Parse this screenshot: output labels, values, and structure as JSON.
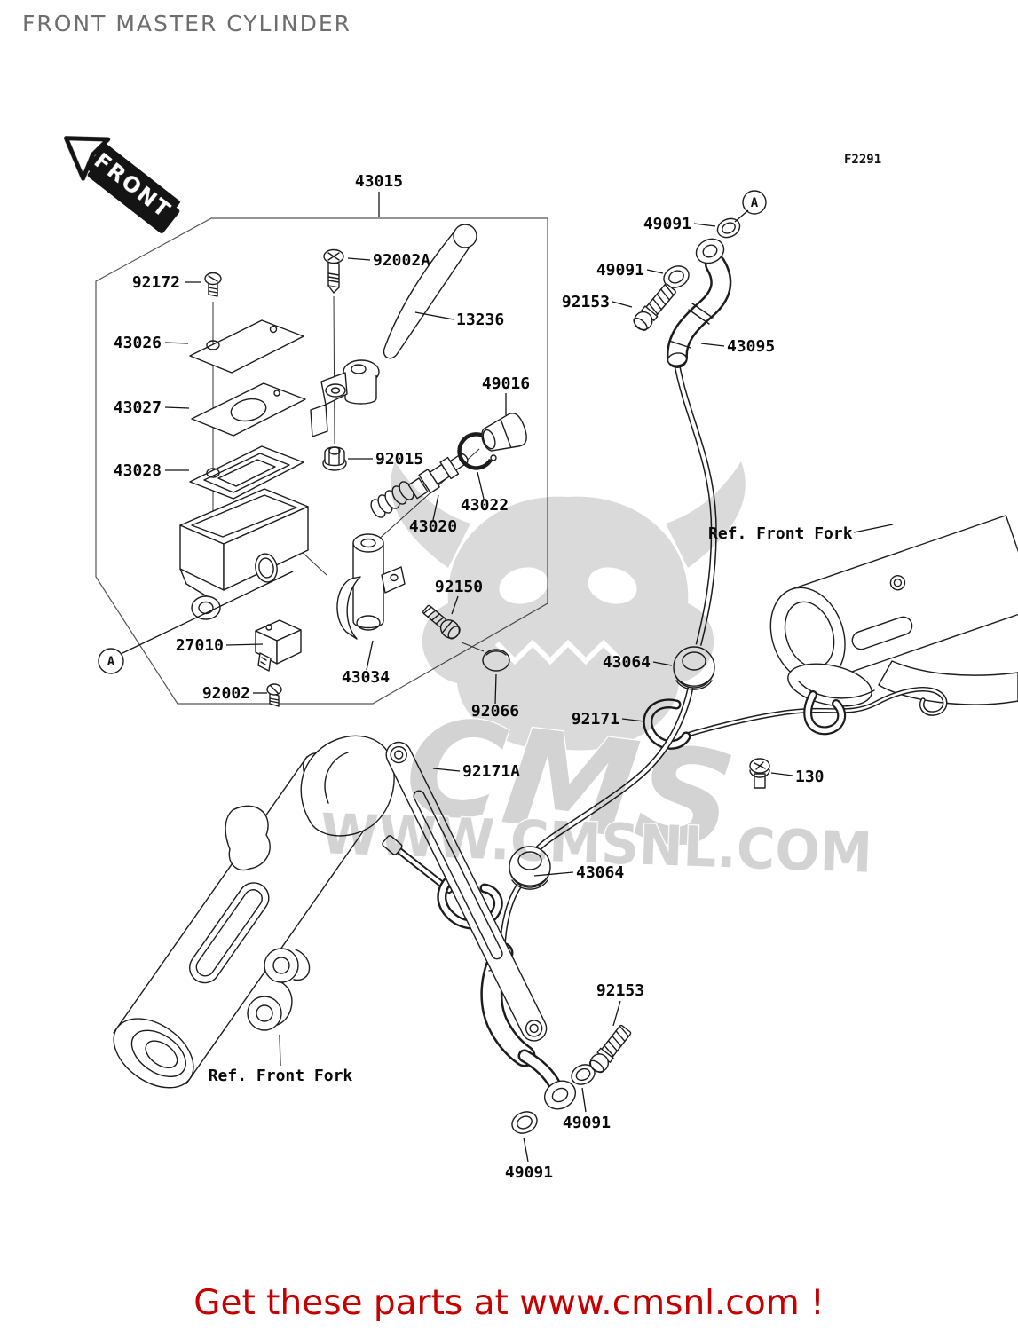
{
  "header": {
    "title": "FRONT MASTER CYLINDER"
  },
  "diagram": {
    "code": "F2291",
    "front_badge": "FRONT",
    "labels": [
      {
        "part": "43015",
        "text": "43015"
      },
      {
        "part": "92172",
        "text": "92172"
      },
      {
        "part": "43026",
        "text": "43026"
      },
      {
        "part": "43027",
        "text": "43027"
      },
      {
        "part": "43028",
        "text": "43028"
      },
      {
        "part": "92002A",
        "text": "92002A"
      },
      {
        "part": "13236",
        "text": "13236"
      },
      {
        "part": "92015",
        "text": "92015"
      },
      {
        "part": "49016",
        "text": "49016"
      },
      {
        "part": "43022",
        "text": "43022"
      },
      {
        "part": "43020",
        "text": "43020"
      },
      {
        "part": "92150",
        "text": "92150"
      },
      {
        "part": "27010",
        "text": "27010"
      },
      {
        "part": "43034",
        "text": "43034"
      },
      {
        "part": "92002",
        "text": "92002"
      },
      {
        "part": "92066",
        "text": "92066"
      },
      {
        "part": "49091-top-1",
        "text": "49091"
      },
      {
        "part": "49091-top-2",
        "text": "49091"
      },
      {
        "part": "92153-top",
        "text": "92153"
      },
      {
        "part": "43095",
        "text": "43095"
      },
      {
        "part": "ref-front-fork-right",
        "text": "Ref. Front Fork"
      },
      {
        "part": "43064-upper",
        "text": "43064"
      },
      {
        "part": "92171",
        "text": "92171"
      },
      {
        "part": "130",
        "text": "130"
      },
      {
        "part": "92171A",
        "text": "92171A"
      },
      {
        "part": "43064-lower",
        "text": "43064"
      },
      {
        "part": "92153-bottom",
        "text": "92153"
      },
      {
        "part": "49091-bottom-1",
        "text": "49091"
      },
      {
        "part": "49091-bottom-2",
        "text": "49091"
      },
      {
        "part": "ref-front-fork-bottom",
        "text": "Ref. Front Fork"
      },
      {
        "part": "callout-a-right",
        "text": "A"
      },
      {
        "part": "callout-a-left",
        "text": "A"
      }
    ]
  },
  "watermark": {
    "brand": "CMS",
    "url": "WWW.CMSNL.COM"
  },
  "footer": {
    "text": "Get these parts at www.cmsnl.com !"
  }
}
